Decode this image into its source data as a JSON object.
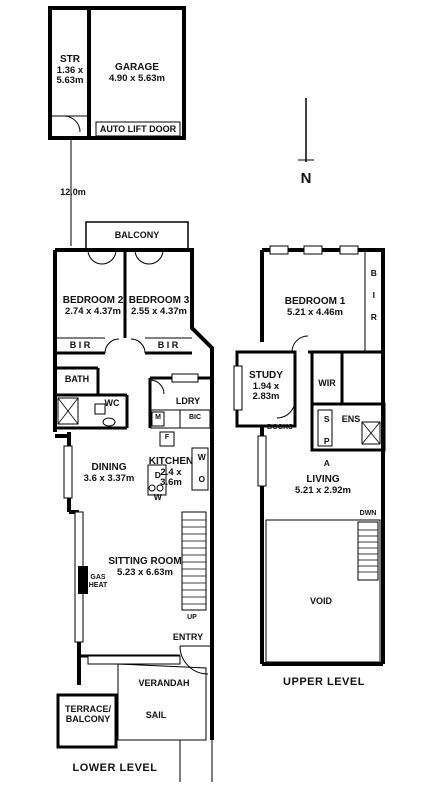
{
  "title": "",
  "compass": {
    "label": "N"
  },
  "distance": "12.0m",
  "levels": {
    "lower": "LOWER LEVEL",
    "upper": "UPPER LEVEL"
  },
  "rooms": {
    "store": {
      "name": "STR",
      "dims": "1.36 x",
      "dims2": "5.63m"
    },
    "garage": {
      "name": "GARAGE",
      "dims": "4.90 x 5.63m"
    },
    "auto_lift_door": "AUTO LIFT DOOR",
    "balcony": "BALCONY",
    "bedroom2": {
      "name": "BEDROOM 2",
      "dims": "2.74 x 4.37m"
    },
    "bedroom3": {
      "name": "BEDROOM 3",
      "dims": "2.55 x 4.37m"
    },
    "bir_left": "B I R",
    "bir_right": "B I R",
    "bath": "BATH",
    "wc": "WC",
    "laundry": "LDRY",
    "bic": "BIC",
    "m": "M",
    "f": "F",
    "kitchen": {
      "name": "KITCHEN",
      "dims": "2.4 x",
      "dims2": "3.6m"
    },
    "wo": "W O",
    "dw": "D W",
    "dining": {
      "name": "DINING",
      "dims": "3.6 x 3.37m"
    },
    "sitting": {
      "name": "SITTING ROOM",
      "dims": "5.23 x 6.63m"
    },
    "gas_heat": {
      "line1": "GAS",
      "line2": "HEAT"
    },
    "up": "UP",
    "entry": "ENTRY",
    "verandah": "VERANDAH",
    "terrace": {
      "line1": "TERRACE/",
      "line2": "BALCONY"
    },
    "sail": "SAIL",
    "bedroom1": {
      "name": "BEDROOM 1",
      "dims": "5.21 x 4.46m"
    },
    "bir_upper": "B I R",
    "study": {
      "name": "STUDY",
      "dims": "1.94 x",
      "dims2": "2.83m"
    },
    "books": "BOOKS",
    "wir": "WIR",
    "ens": "ENS",
    "spa": "S P A",
    "living": {
      "name": "LIVING",
      "dims": "5.21 x 2.92m"
    },
    "dwn": "DWN",
    "void": "VOID"
  },
  "colors": {
    "wall": "#000000",
    "line": "#222222",
    "background": "#ffffff"
  }
}
